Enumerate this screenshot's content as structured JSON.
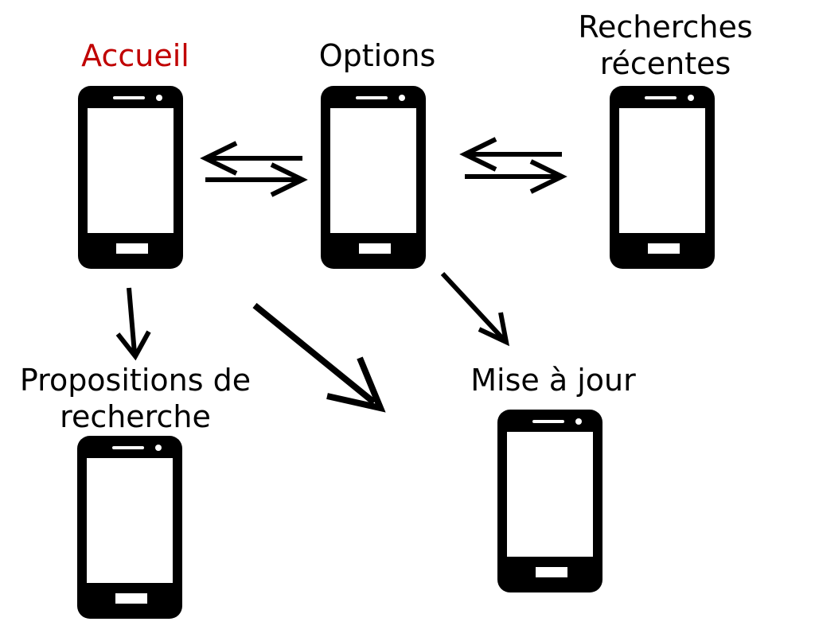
{
  "screens": {
    "home": {
      "label": "Accueil",
      "color": "#c00000"
    },
    "options": {
      "label": "Options"
    },
    "recent": {
      "line1": "Recherches",
      "line2": "récentes"
    },
    "suggestions": {
      "line1": "Propositions de",
      "line2": "recherche"
    },
    "update": {
      "label": "Mise à jour"
    }
  },
  "colors": {
    "phone": "#000000",
    "screen": "#ffffff",
    "arrow": "#000000",
    "highlight": "#c00000"
  },
  "icons": {
    "device": "smartphone-icon",
    "flow": "arrow-icon"
  }
}
